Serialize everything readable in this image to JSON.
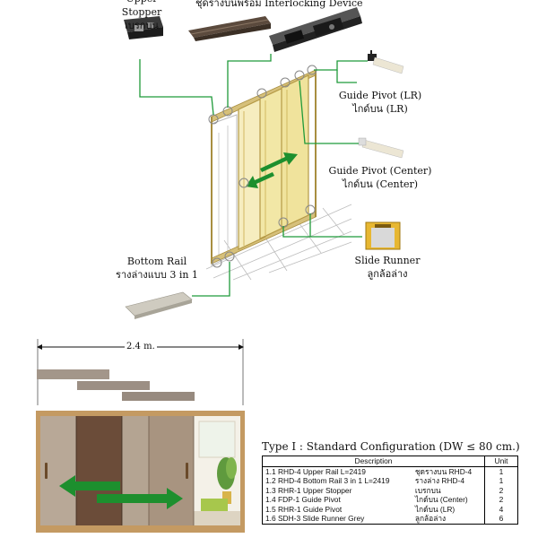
{
  "components": {
    "upper_stopper": {
      "label_line1": "Upper Stopper",
      "label_line2": "เบรกบน"
    },
    "upper_rail": {
      "label": "ชุดรางบนพร้อม Interlocking Device"
    },
    "guide_pivot_lr": {
      "label_line1": "Guide Pivot (LR)",
      "label_line2": "ไกด์บน (LR)"
    },
    "guide_pivot_center": {
      "label_line1": "Guide Pivot (Center)",
      "label_line2": "ไกด์บน (Center)"
    },
    "bottom_rail": {
      "label_line1": "Bottom Rail",
      "label_line2": "รางล่างแบบ 3 in 1"
    },
    "slide_runner": {
      "label_line1": "Slide Runner",
      "label_line2": "ลูกล้อล่าง"
    }
  },
  "dimension": {
    "width_label": "2.4 m."
  },
  "configuration": {
    "title": "Type I : Standard Configuration (DW ≤ 80 cm.)",
    "headers": {
      "description": "Description",
      "unit": "Unit"
    },
    "rows": [
      {
        "desc": "1.1 RHD-4 Upper Rail L=2419",
        "thai": "ชุดรางบน RHD-4",
        "unit": "1"
      },
      {
        "desc": "1.2 RHD-4 Bottom Rail 3 in 1 L=2419",
        "thai": "รางล่าง RHD-4",
        "unit": "1"
      },
      {
        "desc": "1.3 RHR-1 Upper Stopper",
        "thai": "เบรกบน",
        "unit": "2"
      },
      {
        "desc": "1.4 FDP-1 Guide Pivot",
        "thai": "ไกด์บน (Center)",
        "unit": "2"
      },
      {
        "desc": "1.5 RHR-1 Guide Pivot",
        "thai": "ไกด์บน (LR)",
        "unit": "4"
      },
      {
        "desc": "1.6 SDH-3 Slide Runner Grey",
        "thai": "ลูกล้อล่าง",
        "unit": "6"
      }
    ]
  },
  "colors": {
    "callout_green": "#1f9a3a",
    "arrow_green": "#1d8f2e",
    "frame_tan": "#d6c07a",
    "panel_glass": "#f2e7a6",
    "panel_dark": "#6a4a36",
    "panel_light": "#a89480"
  }
}
